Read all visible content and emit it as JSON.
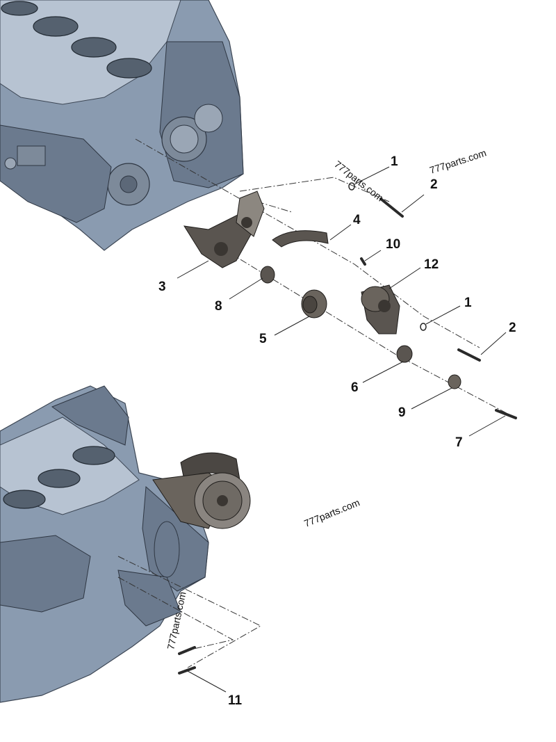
{
  "callouts": [
    {
      "id": "1a",
      "label": "1"
    },
    {
      "id": "2a",
      "label": "2"
    },
    {
      "id": "4",
      "label": "4"
    },
    {
      "id": "10",
      "label": "10"
    },
    {
      "id": "12",
      "label": "12"
    },
    {
      "id": "3",
      "label": "3"
    },
    {
      "id": "8",
      "label": "8"
    },
    {
      "id": "1b",
      "label": "1"
    },
    {
      "id": "2b",
      "label": "2"
    },
    {
      "id": "5",
      "label": "5"
    },
    {
      "id": "6",
      "label": "6"
    },
    {
      "id": "9",
      "label": "9"
    },
    {
      "id": "7",
      "label": "7"
    },
    {
      "id": "11",
      "label": "11"
    }
  ],
  "watermarks": [
    "777parts.com",
    "777parts.com",
    "777parts.com",
    "777parts.com"
  ]
}
